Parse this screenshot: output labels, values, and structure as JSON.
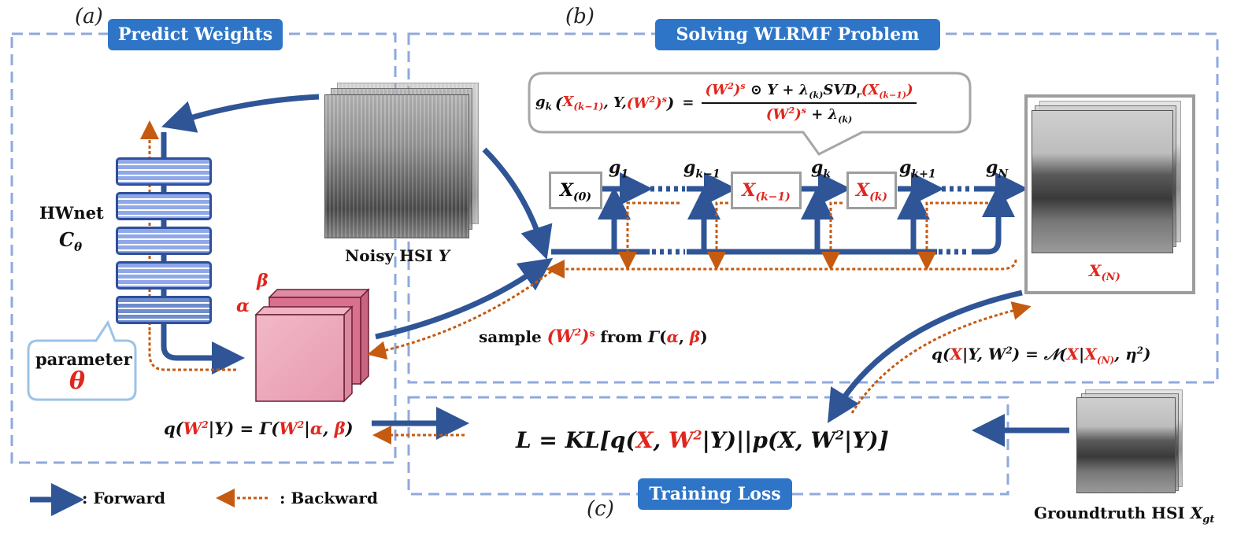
{
  "sections": {
    "a_letter": "(a)",
    "b_letter": "(b)",
    "c_letter": "(c)",
    "a_title": "Predict Weights",
    "b_title": "Solving WLRMF Problem",
    "c_title": "Training Loss"
  },
  "network": {
    "name": "HWnet",
    "symbol": "C",
    "symbol_sub": "θ",
    "parameter_label": "parameter",
    "parameter_symbol": "θ"
  },
  "noisy": {
    "label": "Noisy HSI ",
    "symbol": "Y"
  },
  "gamma": {
    "alpha": "α",
    "beta": "β"
  },
  "formula_g": {
    "lhs": "g",
    "lhs_sub": "k",
    "args_x": "X",
    "args_x_sub": "(k−1)",
    "args_y": ", Y, ",
    "args_w": "(W",
    "args_w_sup": "2",
    "args_w_close": ")",
    "args_w_pow": "s",
    "eq": "=",
    "num_w": "(W",
    "num_w_sup": "2",
    "num_w_close": ")",
    "num_w_pow": "s",
    "num_mid": " ⊙ Y + λ",
    "num_mid_sub": "(k)",
    "num_svd": "SVD",
    "num_svd_sub": "r",
    "num_x": "(X",
    "num_x_sub": "(k−1)",
    "num_x_close": ")",
    "den_w": "(W",
    "den_w_sup": "2",
    "den_w_close": ")",
    "den_w_pow": "s",
    "den_rest": " + λ",
    "den_rest_sub": "(k)"
  },
  "chain": {
    "x0": "X",
    "x0_sub": "(0)",
    "xk1": "X",
    "xk1_sub": "(k−1)",
    "xk": "X",
    "xk_sub": "(k)",
    "xN": "X",
    "xN_sub": "(N)",
    "g1": "g",
    "g1_sub": "1",
    "gk1": "g",
    "gk1_sub": "k−1",
    "gk": "g",
    "gk_sub": "k",
    "gkp1": "g",
    "gkp1_sub": "k+1",
    "gN": "g",
    "gN_sub": "N"
  },
  "sample_text": {
    "pre": "sample ",
    "w": "(W",
    "w_sup": "2",
    "w_close": ")",
    "w_pow": "s",
    "post": " from ",
    "gamma": "Γ",
    "open": "(",
    "alpha": "α",
    "comma": ", ",
    "beta": "β",
    "close": ")"
  },
  "posterior_x": {
    "q": "q(",
    "x": "X",
    "rest": "|Y, W",
    "rest_sup": "2",
    "close": ") = ",
    "n": "𝒩(",
    "x2": "X",
    "bar": "|",
    "xn": "X",
    "xn_sub": "(N)",
    "tail": ", η",
    "tail_sup": "2",
    "end": ")"
  },
  "posterior_w": {
    "q": "q(",
    "w": "W",
    "w_sup": "2",
    "mid": "|Y) = Γ(",
    "w2": "W",
    "w2_sup": "2",
    "tail": "|",
    "alpha": "α",
    "comma": ", ",
    "beta": "β",
    "end": ")"
  },
  "loss": {
    "pre": "L = KL[q(",
    "x": "X",
    "comma": ", ",
    "w": "W",
    "w_sup": "2",
    "mid": "|Y)||p(X, W",
    "mid_sup": "2",
    "end": "|Y)]"
  },
  "groundtruth": {
    "label": "Groundtruth HSI ",
    "symbol": "X",
    "symbol_sub": "gt"
  },
  "legend": {
    "forward": ": Forward",
    "backward": ": Backward"
  },
  "colors": {
    "forward": "#2f5597",
    "backward": "#c55a11",
    "accent": "#2e75c7",
    "red": "#e0261d",
    "dash_box": "#8fa9dc"
  }
}
